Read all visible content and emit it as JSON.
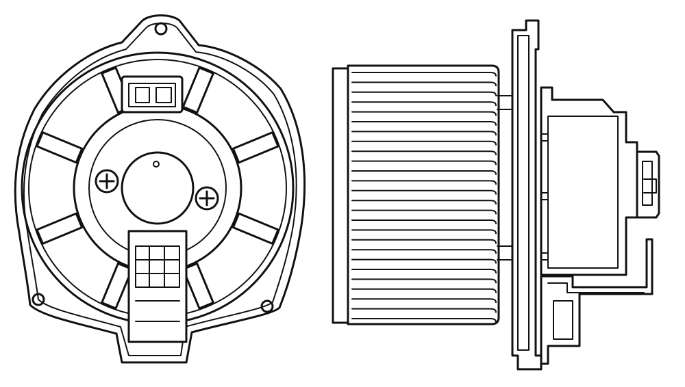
{
  "figure": {
    "views": [
      "front-view",
      "side-view"
    ],
    "stroke_color": "#111111",
    "background_color": "#ffffff",
    "front_blade_count": 8,
    "side_fan_vane_count": 26
  }
}
